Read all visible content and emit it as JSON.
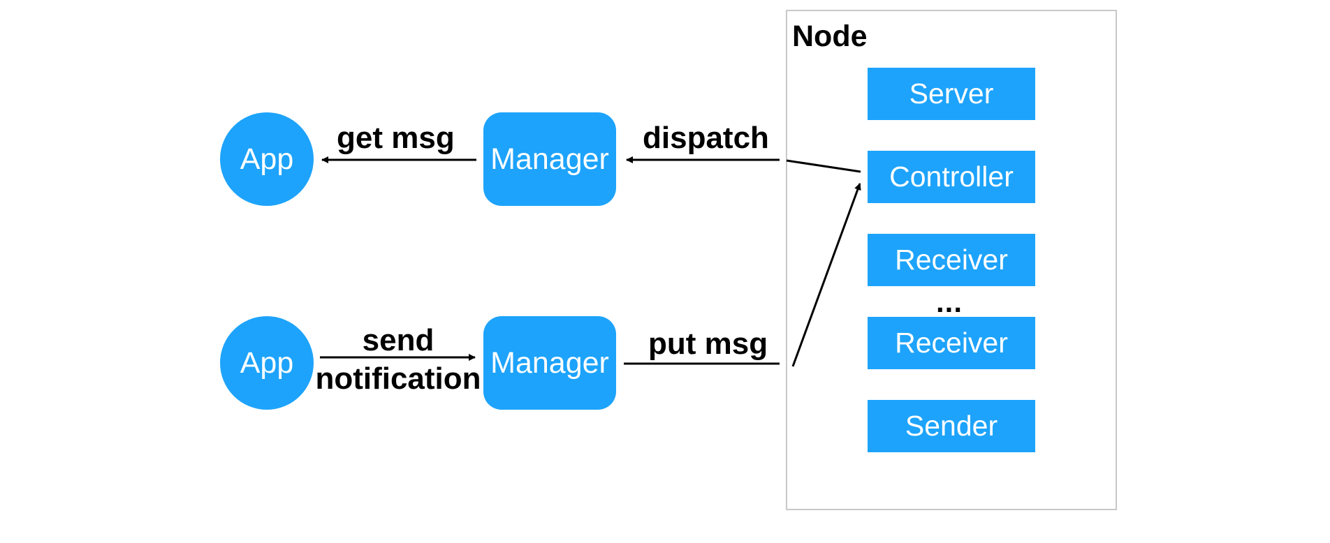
{
  "diagram": {
    "node_title": "Node",
    "apps": {
      "top": "App",
      "bottom": "App"
    },
    "managers": {
      "top": "Manager",
      "bottom": "Manager"
    },
    "node_components": [
      "Server",
      "Controller",
      "Receiver",
      "Receiver",
      "Sender"
    ],
    "ellipsis": "...",
    "edge_labels": {
      "get_msg": "get msg",
      "dispatch": "dispatch",
      "send_notification_line1": "send",
      "send_notification_line2": "notification",
      "put_msg": "put msg"
    },
    "colors": {
      "shape_fill": "#1da3fb",
      "shape_text": "#ffffff",
      "frame_border": "#c8c8c8",
      "edge": "#000000"
    }
  }
}
